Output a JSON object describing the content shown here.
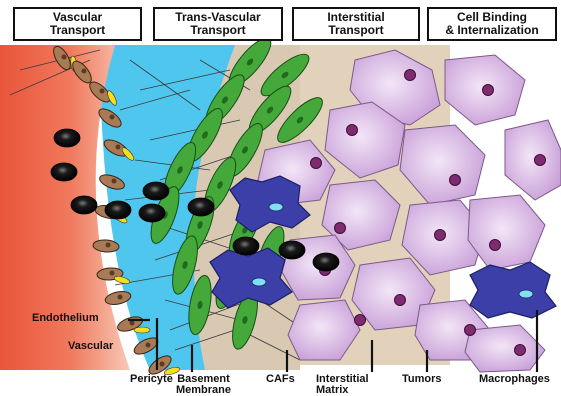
{
  "headers": [
    {
      "line1": "Vascular",
      "line2": "Transport"
    },
    {
      "line1": "Trans-Vascular",
      "line2": "Transport"
    },
    {
      "line1": "Interstitial",
      "line2": "Transport"
    },
    {
      "line1": "Cell Binding",
      "line2": "& Internalization"
    }
  ],
  "labels": {
    "endothelium": "Endothelium",
    "vascular": "Vascular",
    "pericyte": "Pericyte",
    "basement_line1": "Basement",
    "basement_line2": "Membrane",
    "cafs": "CAFs",
    "interstitial_line1": "Interstitial",
    "interstitial_line2": "Matrix",
    "tumors": "Tumors",
    "macrophages": "Macrophages"
  },
  "colors": {
    "vessel_red": "#e9553a",
    "vessel_light": "#f8c9b8",
    "basement_blue": "#4fc6ee",
    "matrix_tan": "#e3d2bb",
    "caf_green": "#45a83b",
    "tumor_violet": "#d4b0e0",
    "tumor_nucleus": "#7e2c6f",
    "macrophage_blue": "#3c3fa8",
    "nanoparticle": "#111111",
    "pericyte_brown": "#a87a56",
    "pericyte_yellow": "#f2e020"
  }
}
